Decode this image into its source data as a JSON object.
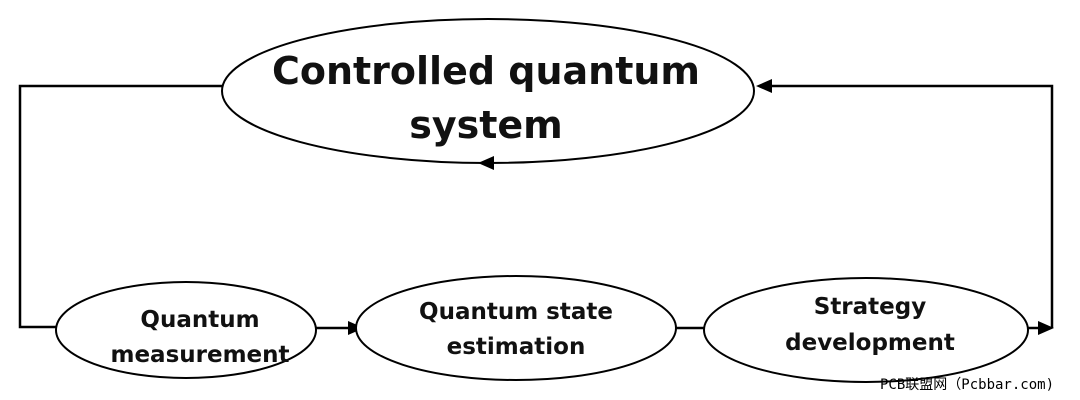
{
  "nodes": {
    "controlled_system": {
      "lines": [
        "Controlled quantum",
        "system"
      ]
    },
    "measurement": {
      "lines": [
        "Quantum",
        "measurement"
      ]
    },
    "estimation": {
      "lines": [
        "Quantum state",
        "estimation"
      ]
    },
    "strategy": {
      "lines": [
        "Strategy",
        "development"
      ]
    }
  },
  "watermark": "PCB联盟网（Pcbbar.com)",
  "colors": {
    "stroke": "#000000",
    "text": "#111111",
    "background": "#ffffff"
  }
}
